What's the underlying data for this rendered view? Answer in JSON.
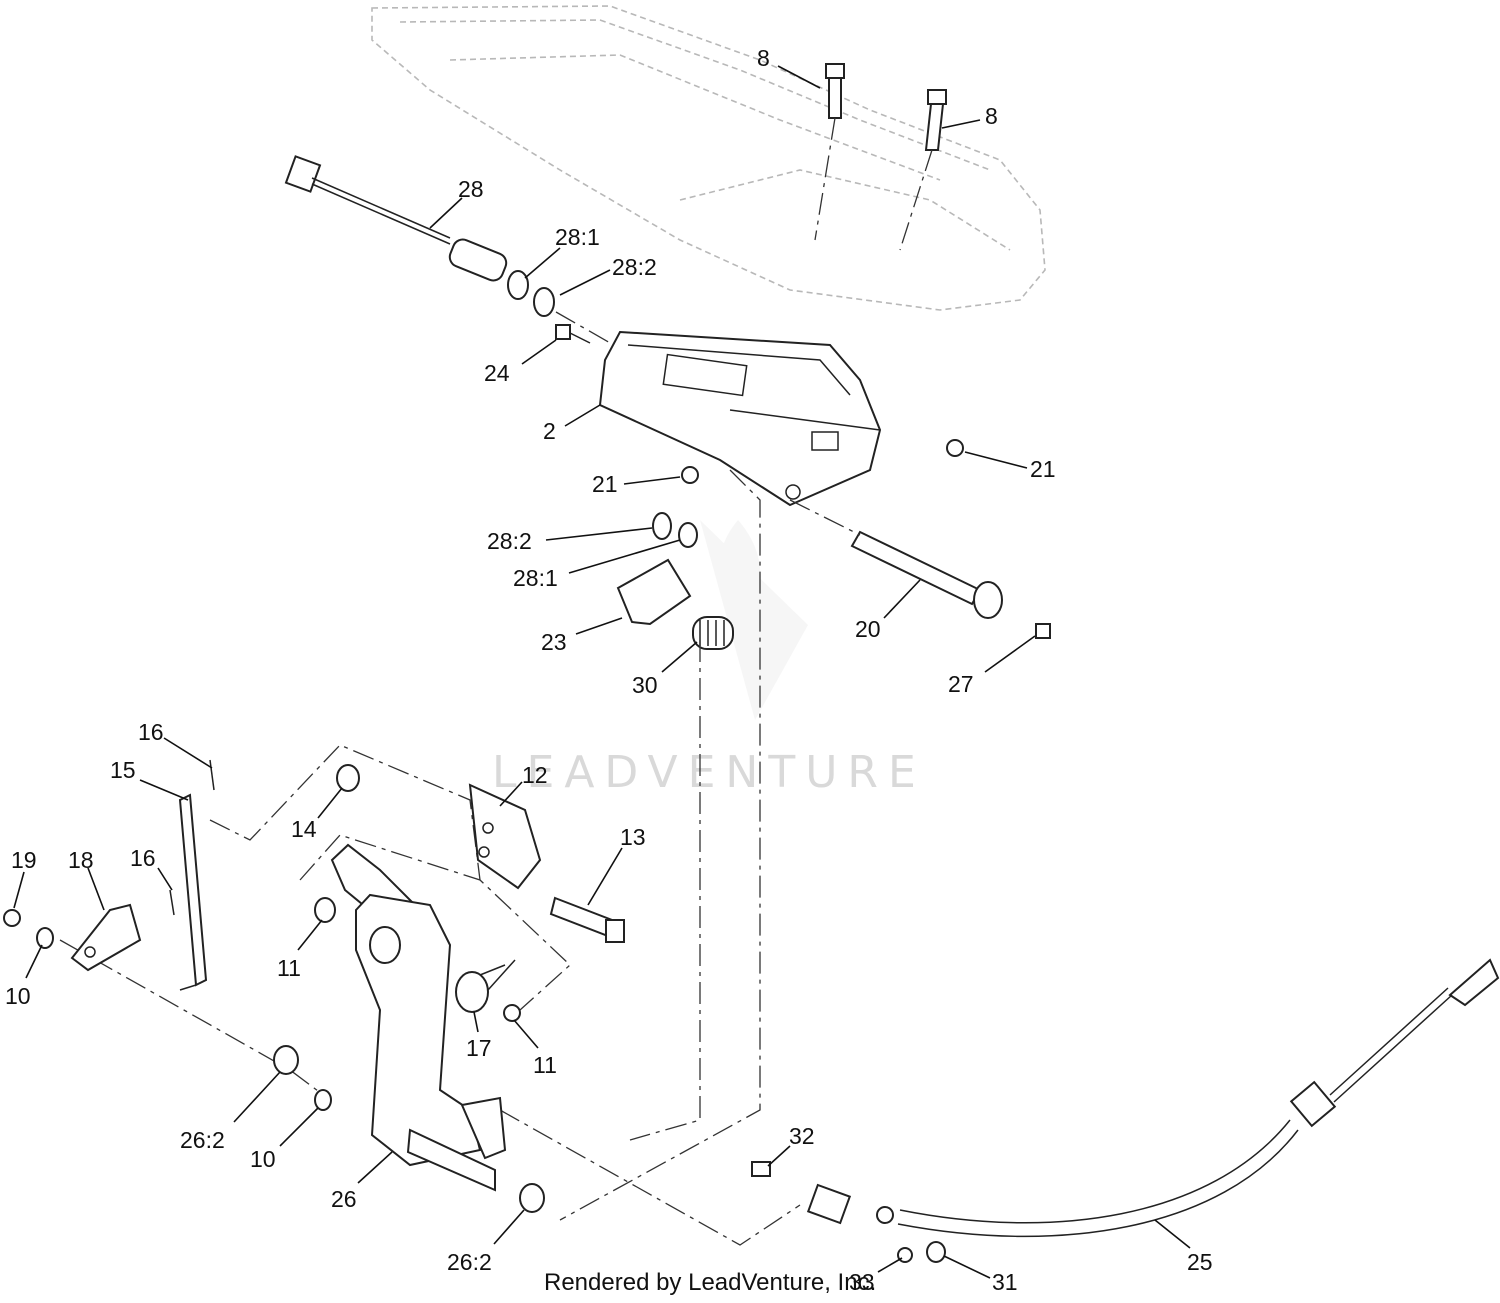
{
  "labels": [
    {
      "text": "8"
    },
    {
      "text": "8"
    },
    {
      "text": "28"
    },
    {
      "text": "28:1"
    },
    {
      "text": "28:2"
    },
    {
      "text": "24"
    },
    {
      "text": "2"
    },
    {
      "text": "21"
    },
    {
      "text": "21"
    },
    {
      "text": "28:2"
    },
    {
      "text": "28:1"
    },
    {
      "text": "23"
    },
    {
      "text": "30"
    },
    {
      "text": "20"
    },
    {
      "text": "27"
    },
    {
      "text": "16"
    },
    {
      "text": "15"
    },
    {
      "text": "12"
    },
    {
      "text": "14"
    },
    {
      "text": "13"
    },
    {
      "text": "19"
    },
    {
      "text": "18"
    },
    {
      "text": "16"
    },
    {
      "text": "11"
    },
    {
      "text": "10"
    },
    {
      "text": "17"
    },
    {
      "text": "11"
    },
    {
      "text": "26:2"
    },
    {
      "text": "10"
    },
    {
      "text": "26"
    },
    {
      "text": "26:2"
    },
    {
      "text": "32"
    },
    {
      "text": "25"
    },
    {
      "text": "33"
    },
    {
      "text": "31"
    }
  ],
  "watermark": "LEADVENTURE",
  "credit": "Rendered by LeadVenture, Inc.",
  "icons": {
    "watermark_logo": "flame-v-logo-icon"
  }
}
